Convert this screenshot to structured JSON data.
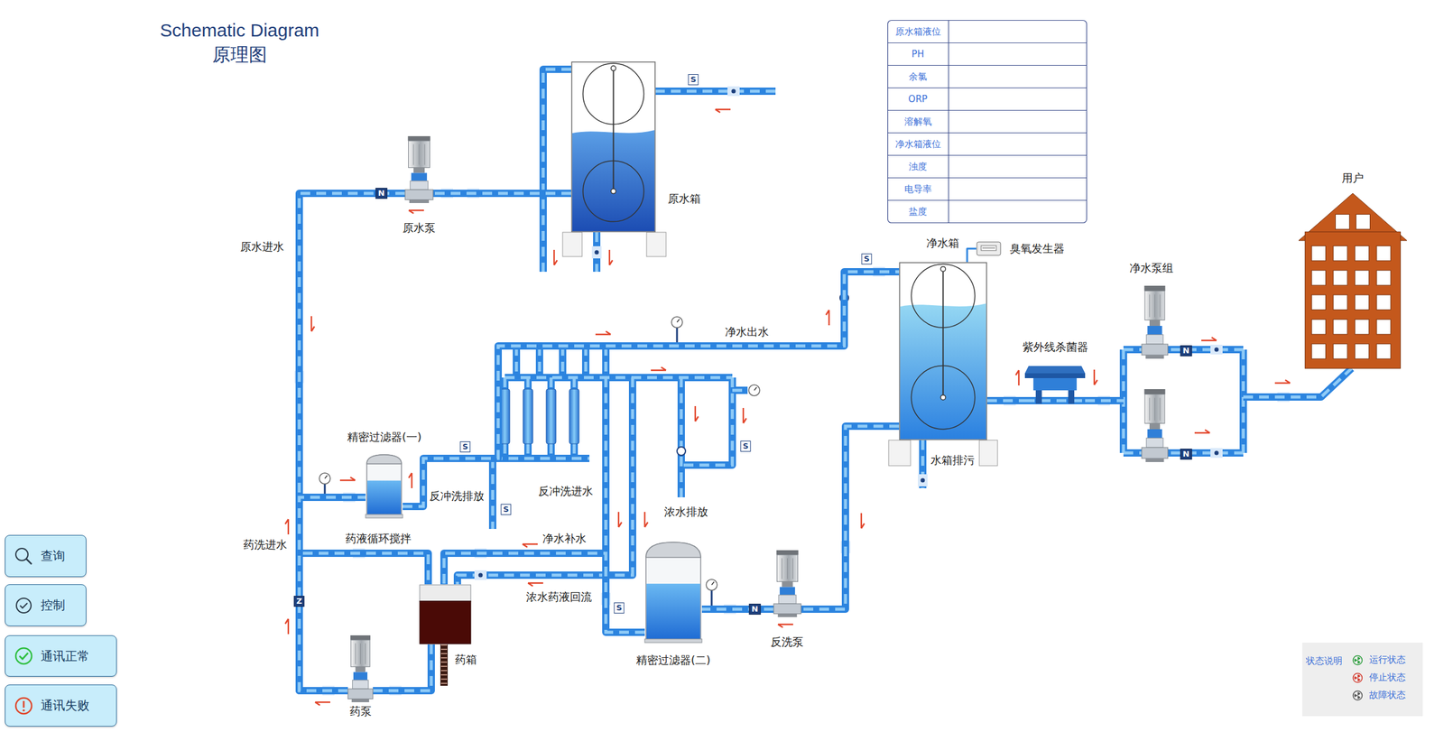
{
  "diagram": {
    "title": "Schematic Diagram 原理图",
    "nodes": [
      {
        "text": [
          "原水箱"
        ]
      },
      {
        "text": [
          "原水泵"
        ]
      },
      {
        "text": [
          "净水箱"
        ]
      },
      {
        "text": [
          "臭氧发生器"
        ]
      },
      {
        "text": [
          "紫外线杀菌器"
        ]
      },
      {
        "text": [
          "净水泵组"
        ]
      },
      {
        "text": [
          "用户"
        ]
      },
      {
        "text": [
          "精密过滤器(一)"
        ]
      },
      {
        "text": [
          "药箱"
        ]
      },
      {
        "text": [
          "精密过滤器(二)"
        ]
      },
      {
        "text": [
          "反洗泵"
        ]
      },
      {
        "text": [
          "药泵"
        ]
      },
      {
        "text": [
          "查询"
        ]
      },
      {
        "text": [
          "控制"
        ]
      },
      {
        "text": [
          "通讯正常"
        ]
      },
      {
        "text": [
          "通讯失败"
        ]
      }
    ],
    "edges": [
      {
        "from": 0,
        "to": 1,
        "arrow": "none"
      },
      {
        "from": 1,
        "to": 7,
        "label": "原水进水",
        "arrow": "none"
      },
      {
        "from": 7,
        "to": 2,
        "label": "净水出水",
        "arrow": "none"
      },
      {
        "from": 3,
        "to": 2,
        "arrow": "none"
      },
      {
        "from": 2,
        "to": 4,
        "arrow": "none"
      },
      {
        "from": 4,
        "to": 5,
        "arrow": "none"
      },
      {
        "from": 5,
        "to": 6,
        "arrow": "none"
      },
      {
        "from": 2,
        "to": 10,
        "arrow": "none"
      },
      {
        "from": 10,
        "to": 9,
        "arrow": "none"
      },
      {
        "from": 9,
        "to": 8,
        "label": "净水补水",
        "arrow": "none"
      },
      {
        "from": 8,
        "to": 11,
        "arrow": "none"
      },
      {
        "from": 11,
        "to": 7,
        "label": "药洗进水",
        "arrow": "none"
      },
      {
        "from": 11,
        "to": 8,
        "label": "药液循环搅拌",
        "arrow": "none"
      }
    ],
    "labels": [
      "原水箱液位",
      "PH",
      "余氯",
      "ORP",
      "溶解氧",
      "净水箱液位",
      "浊度",
      "电导率",
      "盐度",
      "反冲洗排放",
      "反冲洗进水",
      "浓水排放",
      "浓水药液回流",
      "水箱排污",
      "状态说明",
      "S",
      "S",
      "S",
      "S",
      "S",
      "S",
      "N",
      "N",
      "N",
      "N",
      "Z"
    ],
    "legend": [
      {
        "text": "运行状态"
      },
      {
        "text": "停止状态"
      },
      {
        "text": "故障状态"
      }
    ]
  }
}
